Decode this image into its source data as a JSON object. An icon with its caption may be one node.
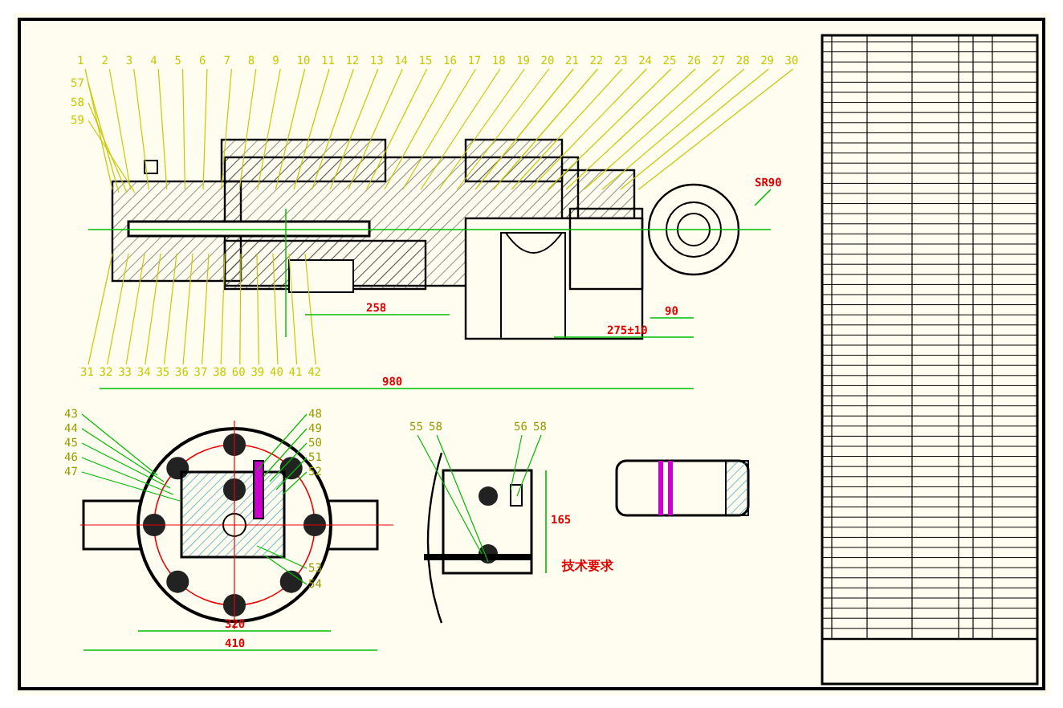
{
  "diagram": {
    "nodes": [
      {
        "text": [
          "1"
        ]
      },
      {
        "text": [
          "2"
        ]
      },
      {
        "text": [
          "3"
        ]
      },
      {
        "text": [
          "4"
        ]
      },
      {
        "text": [
          "5"
        ]
      },
      {
        "text": [
          "6"
        ]
      },
      {
        "text": [
          "7"
        ]
      },
      {
        "text": [
          "8"
        ]
      },
      {
        "text": [
          "9"
        ]
      },
      {
        "text": [
          "10"
        ]
      },
      {
        "text": [
          "11"
        ]
      },
      {
        "text": [
          "12"
        ]
      },
      {
        "text": [
          "13"
        ]
      },
      {
        "text": [
          "14"
        ]
      },
      {
        "text": [
          "15"
        ]
      },
      {
        "text": [
          "16"
        ]
      },
      {
        "text": [
          "17"
        ]
      },
      {
        "text": [
          "18"
        ]
      },
      {
        "text": [
          "19"
        ]
      },
      {
        "text": [
          "20"
        ]
      },
      {
        "text": [
          "21"
        ]
      },
      {
        "text": [
          "22"
        ]
      },
      {
        "text": [
          "23"
        ]
      },
      {
        "text": [
          "24"
        ]
      },
      {
        "text": [
          "25"
        ]
      },
      {
        "text": [
          "26"
        ]
      },
      {
        "text": [
          "27"
        ]
      },
      {
        "text": [
          "28"
        ]
      },
      {
        "text": [
          "29"
        ]
      },
      {
        "text": [
          "30"
        ]
      },
      {
        "text": [
          "57"
        ]
      },
      {
        "text": [
          "58"
        ]
      },
      {
        "text": [
          "59"
        ]
      },
      {
        "text": [
          "31"
        ]
      },
      {
        "text": [
          "32"
        ]
      },
      {
        "text": [
          "33"
        ]
      },
      {
        "text": [
          "34"
        ]
      },
      {
        "text": [
          "35"
        ]
      },
      {
        "text": [
          "36"
        ]
      },
      {
        "text": [
          "37"
        ]
      },
      {
        "text": [
          "38"
        ]
      },
      {
        "text": [
          "60"
        ]
      },
      {
        "text": [
          "39"
        ]
      },
      {
        "text": [
          "40"
        ]
      },
      {
        "text": [
          "41"
        ]
      },
      {
        "text": [
          "42"
        ]
      },
      {
        "text": [
          "43"
        ]
      },
      {
        "text": [
          "44"
        ]
      },
      {
        "text": [
          "45"
        ]
      },
      {
        "text": [
          "46"
        ]
      },
      {
        "text": [
          "47"
        ]
      },
      {
        "text": [
          "48"
        ]
      },
      {
        "text": [
          "49"
        ]
      },
      {
        "text": [
          "50"
        ]
      },
      {
        "text": [
          "51"
        ]
      },
      {
        "text": [
          "52"
        ]
      },
      {
        "text": [
          "53"
        ]
      },
      {
        "text": [
          "54"
        ]
      },
      {
        "text": [
          "55"
        ]
      },
      {
        "text": [
          "58"
        ]
      },
      {
        "text": [
          "56"
        ]
      },
      {
        "text": [
          "58"
        ]
      }
    ],
    "edges": [
      {
        "from": 0,
        "to": null,
        "arrow": "none"
      },
      {
        "from": 1,
        "to": null,
        "arrow": "none"
      },
      {
        "from": 2,
        "to": null,
        "arrow": "none"
      },
      {
        "from": 3,
        "to": null,
        "arrow": "none"
      },
      {
        "from": 4,
        "to": null,
        "arrow": "none"
      },
      {
        "from": 5,
        "to": null,
        "arrow": "none"
      },
      {
        "from": 6,
        "to": null,
        "arrow": "none"
      },
      {
        "from": 7,
        "to": null,
        "arrow": "none"
      },
      {
        "from": 8,
        "to": null,
        "arrow": "none"
      },
      {
        "from": 9,
        "to": null,
        "arrow": "none"
      },
      {
        "from": 10,
        "to": null,
        "arrow": "none"
      },
      {
        "from": 11,
        "to": null,
        "arrow": "none"
      },
      {
        "from": 12,
        "to": null,
        "arrow": "none"
      },
      {
        "from": 13,
        "to": null,
        "arrow": "none"
      },
      {
        "from": 14,
        "to": null,
        "arrow": "none"
      },
      {
        "from": 15,
        "to": null,
        "arrow": "none"
      },
      {
        "from": 16,
        "to": null,
        "arrow": "none"
      },
      {
        "from": 17,
        "to": null,
        "arrow": "none"
      },
      {
        "from": 18,
        "to": null,
        "arrow": "none"
      },
      {
        "from": 19,
        "to": null,
        "arrow": "none"
      },
      {
        "from": 20,
        "to": null,
        "arrow": "none"
      },
      {
        "from": 21,
        "to": null,
        "arrow": "none"
      },
      {
        "from": 22,
        "to": null,
        "arrow": "none"
      },
      {
        "from": 23,
        "to": null,
        "arrow": "none"
      },
      {
        "from": 24,
        "to": null,
        "arrow": "none"
      },
      {
        "from": 25,
        "to": null,
        "arrow": "none"
      },
      {
        "from": 26,
        "to": null,
        "arrow": "none"
      },
      {
        "from": 27,
        "to": null,
        "arrow": "none"
      },
      {
        "from": 28,
        "to": null,
        "arrow": "none"
      },
      {
        "from": 29,
        "to": null,
        "arrow": "none"
      },
      {
        "from": 30,
        "to": null,
        "arrow": "none"
      },
      {
        "from": 31,
        "to": null,
        "arrow": "none"
      },
      {
        "from": 32,
        "to": null,
        "arrow": "none"
      },
      {
        "from": 33,
        "to": null,
        "arrow": "none"
      },
      {
        "from": 34,
        "to": null,
        "arrow": "none"
      },
      {
        "from": 35,
        "to": null,
        "arrow": "none"
      },
      {
        "from": 36,
        "to": null,
        "arrow": "none"
      },
      {
        "from": 37,
        "to": null,
        "arrow": "none"
      },
      {
        "from": 38,
        "to": null,
        "arrow": "none"
      },
      {
        "from": 39,
        "to": null,
        "arrow": "none"
      },
      {
        "from": 40,
        "to": null,
        "arrow": "none"
      },
      {
        "from": 41,
        "to": null,
        "arrow": "none"
      },
      {
        "from": 42,
        "to": null,
        "arrow": "none"
      },
      {
        "from": 43,
        "to": null,
        "arrow": "none"
      },
      {
        "from": 44,
        "to": null,
        "arrow": "none"
      },
      {
        "from": 45,
        "to": null,
        "arrow": "none"
      },
      {
        "from": 46,
        "to": null,
        "arrow": "none",
        "color": "#00bb00"
      },
      {
        "from": 47,
        "to": null,
        "arrow": "none",
        "color": "#00bb00"
      },
      {
        "from": 48,
        "to": null,
        "arrow": "none",
        "color": "#00bb00"
      },
      {
        "from": 49,
        "to": null,
        "arrow": "none",
        "color": "#00bb00"
      },
      {
        "from": 50,
        "to": null,
        "arrow": "none",
        "color": "#00bb00"
      },
      {
        "from": 51,
        "to": null,
        "arrow": "none",
        "color": "#00bb00"
      },
      {
        "from": 52,
        "to": null,
        "arrow": "none",
        "color": "#00bb00"
      },
      {
        "from": 53,
        "to": null,
        "arrow": "none",
        "color": "#00bb00"
      },
      {
        "from": 54,
        "to": null,
        "arrow": "none",
        "color": "#00bb00"
      },
      {
        "from": 55,
        "to": null,
        "arrow": "none",
        "color": "#00bb00"
      },
      {
        "from": 56,
        "to": null,
        "arrow": "none",
        "color": "#00bb00"
      },
      {
        "from": 57,
        "to": null,
        "arrow": "none",
        "color": "#00bb00"
      },
      {
        "from": 58,
        "to": null,
        "arrow": "none",
        "color": "#00bb00"
      },
      {
        "from": 59,
        "to": null,
        "arrow": "none",
        "color": "#00bb00"
      },
      {
        "from": 60,
        "to": null,
        "arrow": "none",
        "color": "#00bb00"
      },
      {
        "from": 61,
        "to": null,
        "arrow": "none",
        "color": "#00bb00"
      }
    ],
    "labels": [
      "SR90",
      "258",
      "275±10",
      "90",
      "980",
      "320",
      "410",
      "165",
      "技术要求"
    ]
  }
}
